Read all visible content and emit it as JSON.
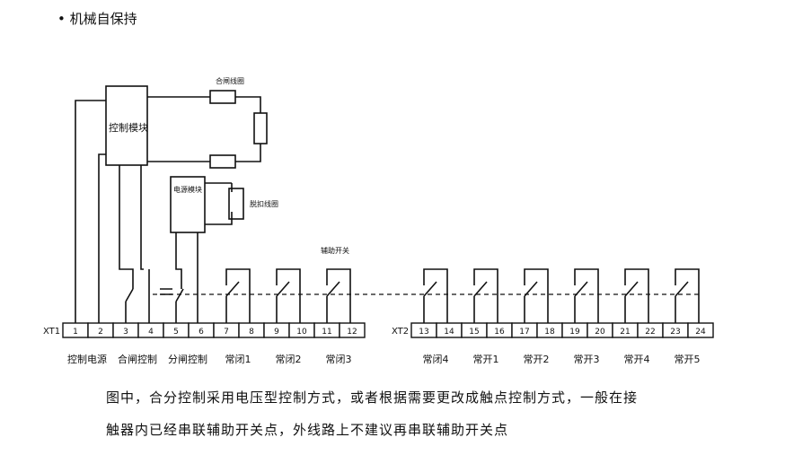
{
  "title": "• 机械自保持",
  "labels": {
    "control_module": "控制模块",
    "power_module": "电源模块",
    "close_coil": "合闸线圈",
    "trip_coil": "脱扣线圈",
    "aux_switch": "辅助开关",
    "xt1": "XT1",
    "xt2": "XT2"
  },
  "terminals_xt1": [
    "1",
    "2",
    "3",
    "4",
    "5",
    "6",
    "7",
    "8",
    "9",
    "10",
    "11",
    "12"
  ],
  "terminals_xt2": [
    "13",
    "14",
    "15",
    "16",
    "17",
    "18",
    "19",
    "20",
    "21",
    "22",
    "23",
    "24"
  ],
  "bottom_labels": [
    {
      "text": "控制电源"
    },
    {
      "text": "合闸控制"
    },
    {
      "text": "分闸控制"
    },
    {
      "text": "常闭1"
    },
    {
      "text": "常闭2"
    },
    {
      "text": "常闭3"
    },
    {
      "text": "常闭4"
    },
    {
      "text": "常开1"
    },
    {
      "text": "常开2"
    },
    {
      "text": "常开3"
    },
    {
      "text": "常开4"
    },
    {
      "text": "常开5"
    }
  ],
  "caption": {
    "line1": "图中，合分控制采用电压型控制方式，或者根据需要更改成触点控制方式，一般在接",
    "line2": "触器内已经串联辅助开关点，外线路上不建议再串联辅助开关点"
  }
}
